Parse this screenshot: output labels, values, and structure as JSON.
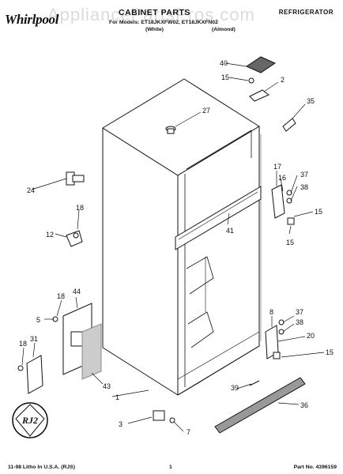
{
  "header": {
    "brand": "Whirlpool",
    "watermark": "AppliancePartsPros.com",
    "title": "CABINET PARTS",
    "category": "REFRIGERATOR",
    "models": "For Models: ET18JKXFW02, ET18JKXFN02",
    "variant_1": "(White)",
    "variant_2": "(Almond)"
  },
  "footer": {
    "litho": "11-98 Litho In U.S.A. (RJS)",
    "page": "1",
    "part_no": "Part No. 4396159"
  },
  "callouts": [
    "40",
    "15",
    "2",
    "35",
    "27",
    "17",
    "16",
    "37",
    "38",
    "24",
    "15",
    "18",
    "41",
    "12",
    "15",
    "44",
    "18",
    "8",
    "37",
    "5",
    "38",
    "20",
    "18",
    "31",
    "15",
    "43",
    "1",
    "39",
    "36",
    "3",
    "7"
  ],
  "logo_text": "RJ2"
}
